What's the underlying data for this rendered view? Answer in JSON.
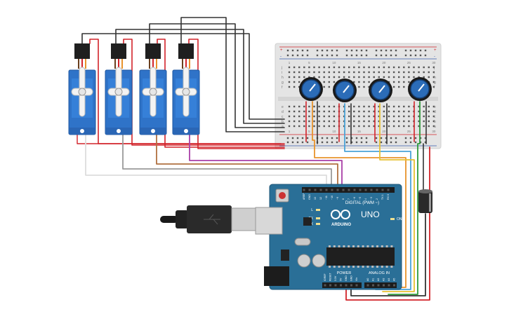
{
  "arduino": {
    "model_label": "UNO",
    "brand_label": "ARDUINO",
    "digital_header_label": "DIGITAL (PWM ~)",
    "power_label": "POWER",
    "analog_in_label": "ANALOG IN",
    "on_label": "ON",
    "led_l_label": "L",
    "led_tx_label": "TX",
    "led_rx_label": "RX",
    "digital_pins": [
      "AREF",
      "GND",
      "13",
      "12",
      "~11",
      "~10",
      "~9",
      "8",
      "7",
      "~6",
      "~5",
      "4",
      "~3",
      "2",
      "TX 1",
      "RX 0"
    ],
    "power_pins": [
      "IOREF",
      "RESET",
      "3.3V",
      "5V",
      "GND",
      "GND",
      "Vin"
    ],
    "analog_pins": [
      "A0",
      "A1",
      "A2",
      "A3",
      "A4",
      "A5"
    ]
  },
  "breadboard": {
    "column_numbers": [
      "1",
      "5",
      "10",
      "15",
      "20",
      "25",
      "30"
    ],
    "row_letters_top": [
      "j",
      "i",
      "h",
      "g",
      "f"
    ],
    "row_letters_bottom": [
      "e",
      "d",
      "c",
      "b",
      "a"
    ],
    "rail_plus": "+",
    "rail_minus": "-"
  },
  "servos": [
    {
      "id": "servo-1"
    },
    {
      "id": "servo-2"
    },
    {
      "id": "servo-3"
    },
    {
      "id": "servo-4"
    }
  ],
  "potentiometers": [
    {
      "id": "pot-1"
    },
    {
      "id": "pot-2"
    },
    {
      "id": "pot-3"
    },
    {
      "id": "pot-4"
    }
  ],
  "colors": {
    "board_blue": "#2a6f97",
    "servo_blue": "#2f73c8",
    "wire_black": "#333333",
    "wire_red": "#d2232a",
    "wire_orange": "#e8932c",
    "wire_green": "#2e9a3a",
    "wire_blue": "#4aa3d8",
    "wire_gray": "#9a9a9a",
    "wire_white": "#dddddd",
    "wire_brown": "#b07040",
    "wire_purple": "#a93fa8",
    "wire_yellow": "#e8c030",
    "breadboard": "#e6e6e6"
  }
}
